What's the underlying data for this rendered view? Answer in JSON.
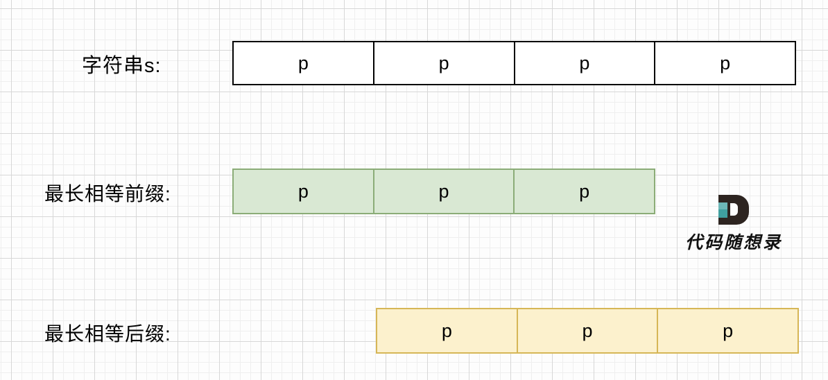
{
  "figure": {
    "grid": {
      "background": "#fdfdfd",
      "minor_line_color": "#efefef",
      "major_line_color": "#d7d7d7"
    },
    "rows": [
      {
        "label": "字符串s:",
        "cells": [
          "p",
          "p",
          "p",
          "p"
        ],
        "fill": "#ffffff",
        "border": "#000000"
      },
      {
        "label": "最长相等前缀:",
        "cells": [
          "p",
          "p",
          "p"
        ],
        "fill": "#d9e8d3",
        "border": "#8bac77"
      },
      {
        "label": "最长相等后缀:",
        "cells": [
          "p",
          "p",
          "p"
        ],
        "fill": "#fcf1cd",
        "border": "#d6b656"
      }
    ],
    "logo": {
      "letter": "D",
      "text": "代码随想录",
      "letter_color": "#2d2420",
      "accent_color_top": "#6db7b7",
      "accent_color_bottom": "#3f9f9f"
    }
  }
}
